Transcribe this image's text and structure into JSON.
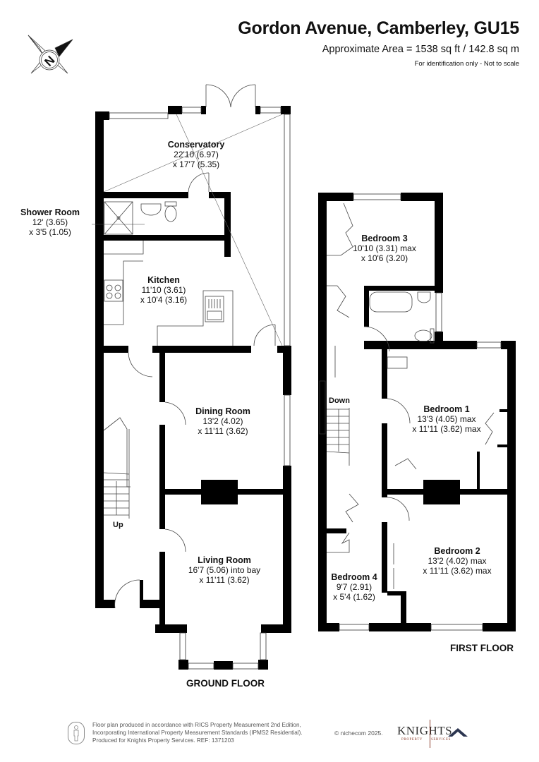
{
  "header": {
    "title": "Gordon Avenue, Camberley, GU15",
    "area": "Approximate Area = 1538 sq ft / 142.8 sq m",
    "note": "For identification only - Not to scale"
  },
  "compass": {
    "icon": "compass-north-icon",
    "letter": "N"
  },
  "ground_floor": {
    "label": "GROUND FLOOR",
    "stairs_label": "Up",
    "rooms": [
      {
        "name": "Conservatory",
        "dim1": "22'10 (6.97)",
        "dim2": "x 17'7 (5.35)"
      },
      {
        "name": "Shower Room",
        "dim1": "12' (3.65)",
        "dim2": "x 3'5 (1.05)"
      },
      {
        "name": "Kitchen",
        "dim1": "11'10 (3.61)",
        "dim2": "x 10'4 (3.16)"
      },
      {
        "name": "Dining Room",
        "dim1": "13'2 (4.02)",
        "dim2": "x 11'11 (3.62)"
      },
      {
        "name": "Living Room",
        "dim1": "16'7 (5.06) into bay",
        "dim2": "x 11'11 (3.62)"
      }
    ]
  },
  "first_floor": {
    "label": "FIRST FLOOR",
    "stairs_label": "Down",
    "rooms": [
      {
        "name": "Bedroom 3",
        "dim1": "10'10 (3.31) max",
        "dim2": "x 10'6 (3.20)"
      },
      {
        "name": "Bedroom 1",
        "dim1": "13'3 (4.05) max",
        "dim2": "x 11'11 (3.62) max"
      },
      {
        "name": "Bedroom 2",
        "dim1": "13'2 (4.02) max",
        "dim2": "x 11'11 (3.62) max"
      },
      {
        "name": "Bedroom 4",
        "dim1": "9'7 (2.91)",
        "dim2": "x 5'4 (1.62)"
      }
    ]
  },
  "footer": {
    "line1": "Floor plan produced in accordance with RICS Property Measurement 2nd Edition,",
    "line2": "Incorporating International Property Measurement Standards (IPMS2 Residential).",
    "line3": "Produced for Knights Property Services.   REF: 1371203",
    "copyright": "© nichecom 2025.",
    "logo_main": "KNIGHTS",
    "logo_sub1": "PROPERTY",
    "logo_sub2": "SERVICES"
  }
}
